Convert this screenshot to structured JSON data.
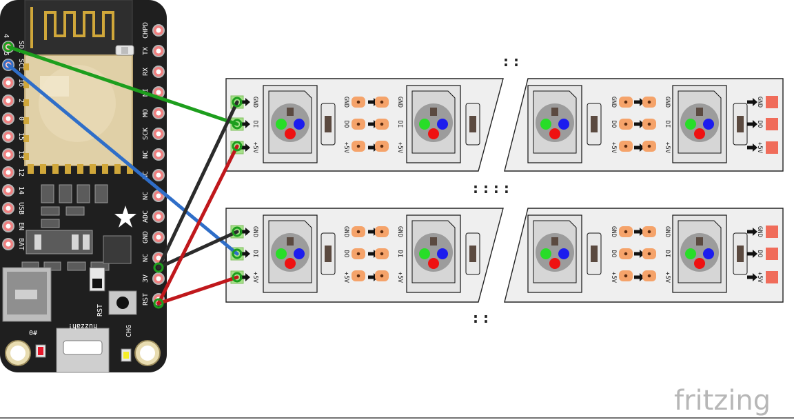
{
  "board": {
    "left_pins": [
      "SDA",
      "SCL",
      "16",
      "2",
      "0",
      "15",
      "13",
      "12",
      "14",
      "USB",
      "EN",
      "BAT"
    ],
    "left_top_numbers": [
      "4",
      "5"
    ],
    "right_pins": [
      "CHPD",
      "TX",
      "RX",
      "MI",
      "MO",
      "SCK",
      "NC",
      "NC",
      "NC",
      "ADC",
      "GND",
      "NC",
      "3V",
      "RST"
    ],
    "name": "huzzah!",
    "rst_label": "RST",
    "chg_label": "CHG",
    "zero_hash": "0#"
  },
  "strip": {
    "labels_in": [
      "GND",
      "DI",
      "+5V"
    ],
    "labels_out": [
      "GND",
      "DO",
      "+5V"
    ]
  },
  "watermark": "fritzing",
  "colors": {
    "board": "#1f1f1f",
    "pad": "#f08080",
    "wire_green": "#1d9e1d",
    "wire_blue": "#2f6ec8",
    "wire_black": "#2b2b2b",
    "wire_red": "#c0181c",
    "strip_bg": "#efefef",
    "led_pad": "#f5a36a"
  }
}
